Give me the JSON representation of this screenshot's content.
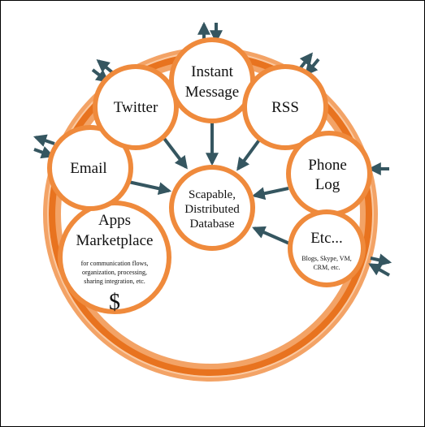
{
  "colors": {
    "ring_outer": "#f3a366",
    "ring_inner": "#e8731f",
    "ring_highlight": "#fbd2b0",
    "arrow": "#355660",
    "node_fill": "#ffffff"
  },
  "center": {
    "line1": "Scapable,",
    "line2": "Distributed",
    "line3": "Database"
  },
  "nodes": {
    "instant_message": {
      "line1": "Instant",
      "line2": "Message"
    },
    "twitter": {
      "label": "Twitter"
    },
    "rss": {
      "label": "RSS"
    },
    "email": {
      "label": "Email"
    },
    "phone_log": {
      "line1": "Phone",
      "line2": "Log"
    },
    "etc": {
      "label": "Etc...",
      "sub_line1": "Blogs, Skype, VM,",
      "sub_line2": "CRM, etc."
    },
    "apps": {
      "line1": "Apps",
      "line2": "Marketplace",
      "sub_line1": "for communication flows,",
      "sub_line2": "organization, processing,",
      "sub_line3": "sharing integration, etc.",
      "symbol": "$"
    }
  }
}
